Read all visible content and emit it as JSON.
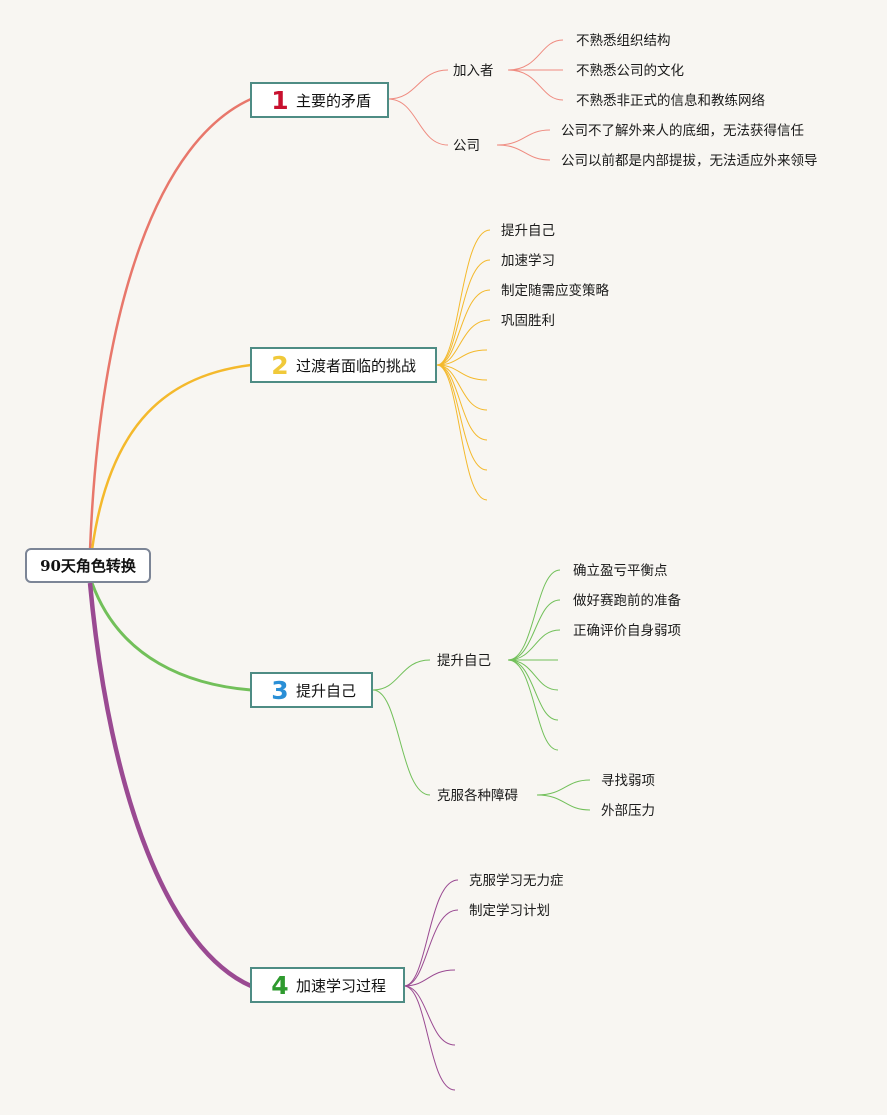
{
  "root": {
    "label": "90天角色转换"
  },
  "branches": [
    {
      "number": "1",
      "title": "主要的矛盾",
      "number_color": "#c8102e",
      "line_color": "#e8776b",
      "subtopics": [
        {
          "label": "加入者",
          "items": [
            "不熟悉组织结构",
            "不熟悉公司的文化",
            "不熟悉非正式的信息和教练网络"
          ]
        },
        {
          "label": "公司",
          "items": [
            "公司不了解外来人的底细，无法获得信任",
            "公司以前都是内部提拔，无法适应外来领导"
          ]
        }
      ]
    },
    {
      "number": "2",
      "title": "过渡者面临的挑战",
      "number_color": "#f0c93a",
      "line_color": "#f4b92c",
      "items": [
        "提升自己",
        "加速学习",
        "制定随需应变策略",
        "巩固胜利"
      ]
    },
    {
      "number": "3",
      "title": "提升自己",
      "number_color": "#2a8fd6",
      "line_color": "#72c05a",
      "subtopics": [
        {
          "label": "提升自己",
          "items": [
            "确立盈亏平衡点",
            "做好赛跑前的准备",
            "正确评价自身弱项"
          ]
        },
        {
          "label": "克服各种障碍",
          "items": [
            "寻找弱项",
            "外部压力"
          ]
        }
      ]
    },
    {
      "number": "4",
      "title": "加速学习过程",
      "number_color": "#2e9a2e",
      "line_color": "#9a4a92",
      "items": [
        "克服学习无力症",
        "制定学习计划"
      ]
    }
  ]
}
